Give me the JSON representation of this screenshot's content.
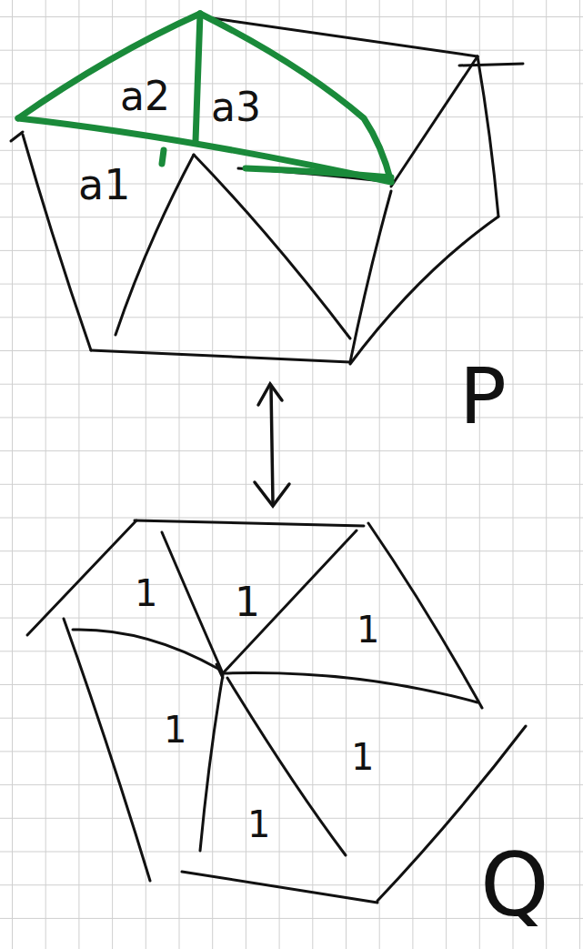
{
  "diagram": {
    "labels": [
      "a2",
      "a3",
      "a1",
      "P",
      "1",
      "1",
      "1",
      "1",
      "1",
      "1",
      "Q"
    ]
  }
}
